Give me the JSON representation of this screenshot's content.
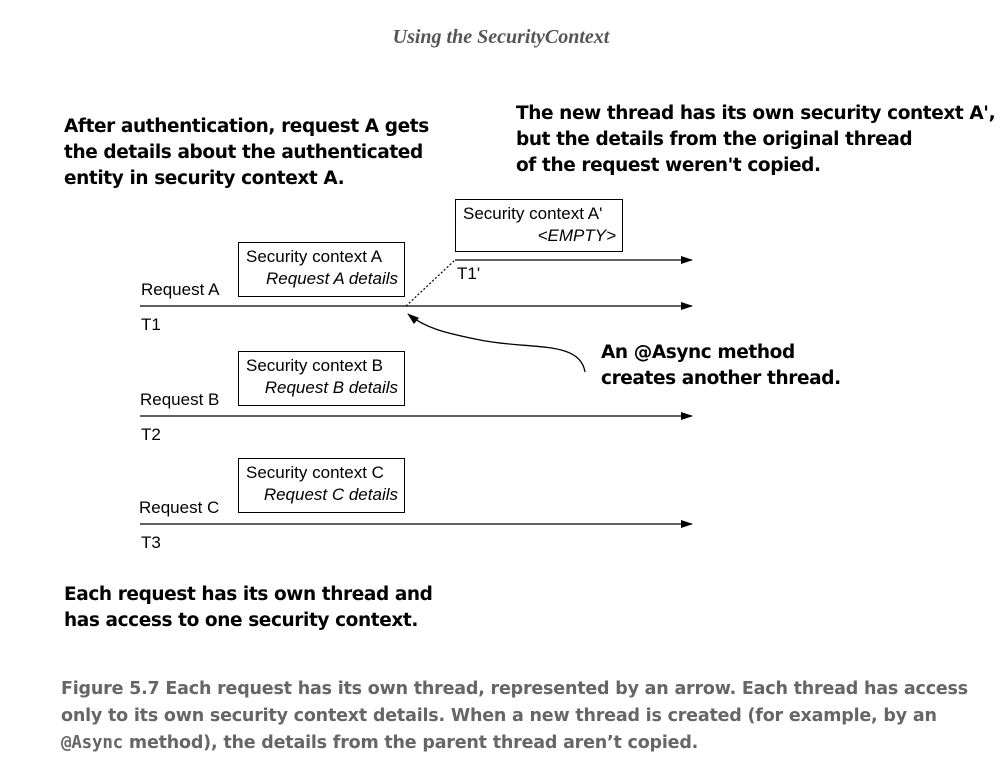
{
  "page": {
    "header": "Using the SecurityContext"
  },
  "notes": {
    "top_left": [
      "After authentication, request A gets",
      "the details about the authenticated",
      "entity in security context A."
    ],
    "top_right": [
      "The new thread has its own security context A',",
      "but the details from the original thread",
      "of the request weren't copied."
    ],
    "async": [
      "An @Async method",
      "creates another thread."
    ],
    "bottom": [
      "Each request has its own thread and",
      "has access to one security context."
    ]
  },
  "threads": [
    {
      "request": "Request A",
      "thread": "T1",
      "context_title": "Security context A",
      "context_details": "Request A details"
    },
    {
      "request": "Request B",
      "thread": "T2",
      "context_title": "Security context B",
      "context_details": "Request B details"
    },
    {
      "request": "Request C",
      "thread": "T3",
      "context_title": "Security context C",
      "context_details": "Request C details"
    }
  ],
  "new_thread": {
    "thread": "T1'",
    "context_title": "Security context A'",
    "context_details": "<EMPTY>"
  },
  "caption": {
    "line1": "Figure 5.7  Each request has its own thread, represented by an arrow. Each thread has access",
    "line2": "only to its own security context details. When a new thread is created (for example, by an",
    "line3_code": "@Async",
    "line3_rest": " method), the details from the parent thread aren’t copied."
  }
}
